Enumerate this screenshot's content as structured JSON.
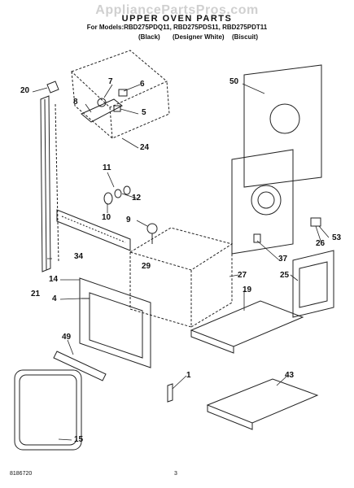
{
  "watermark": "AppliancePartsPros.com",
  "header": {
    "title": "UPPER OVEN PARTS",
    "models_line": "For Models:RBD275PDQ11, RBD275PDS11, RBD275PDT11",
    "finishes": [
      "(Black)",
      "(Designer White)",
      "(Biscuit)"
    ]
  },
  "callouts": [
    "20",
    "7",
    "6",
    "8",
    "5",
    "24",
    "50",
    "11",
    "12",
    "10",
    "9",
    "34",
    "14",
    "4",
    "21",
    "29",
    "27",
    "19",
    "37",
    "26",
    "53",
    "25",
    "49",
    "1",
    "43",
    "15"
  ],
  "footer": {
    "left_code": "8186720",
    "page_number": "3"
  }
}
